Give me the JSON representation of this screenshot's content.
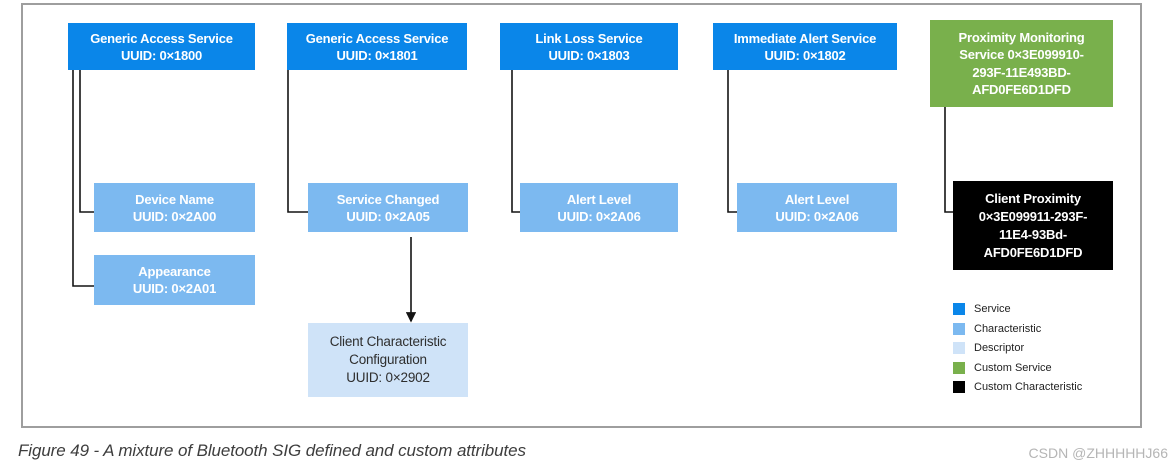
{
  "colors": {
    "service": "#0a86e9",
    "characteristic": "#7cb9f0",
    "descriptor": "#cfe3f8",
    "custom_service": "#79b04c",
    "custom_characteristic": "#000000",
    "connector": "#141414"
  },
  "boxes": {
    "gas1800": {
      "kind": "service",
      "lines": [
        "Generic Access Service",
        "UUID: 0×1800"
      ]
    },
    "gas1801": {
      "kind": "service",
      "lines": [
        "Generic Access Service",
        "UUID: 0×1801"
      ]
    },
    "linkloss": {
      "kind": "service",
      "lines": [
        "Link Loss Service",
        "UUID: 0×1803"
      ]
    },
    "immalert": {
      "kind": "service",
      "lines": [
        "Immediate Alert Service",
        "UUID: 0×1802"
      ]
    },
    "proxsvc": {
      "kind": "custom-service",
      "lines": [
        "Proximity Monitoring",
        "Service 0×3E099910-",
        "293F-11E493BD-",
        "AFD0FE6D1DFD"
      ]
    },
    "devname": {
      "kind": "characteristic",
      "lines": [
        "Device Name",
        "UUID: 0×2A00"
      ]
    },
    "svcchg": {
      "kind": "characteristic",
      "lines": [
        "Service Changed",
        "UUID: 0×2A05"
      ]
    },
    "alert1": {
      "kind": "characteristic",
      "lines": [
        "Alert Level",
        "UUID: 0×2A06"
      ]
    },
    "alert2": {
      "kind": "characteristic",
      "lines": [
        "Alert Level",
        "UUID: 0×2A06"
      ]
    },
    "appear": {
      "kind": "characteristic",
      "lines": [
        "Appearance",
        "UUID: 0×2A01"
      ]
    },
    "ccc": {
      "kind": "descriptor",
      "lines": [
        "Client Characteristic",
        "Configuration",
        "UUID: 0×2902"
      ]
    },
    "clientprox": {
      "kind": "custom-characteristic",
      "lines": [
        "Client Proximity",
        "0×3E099911-293F-",
        "11E4-93Bd-",
        "AFD0FE6D1DFD"
      ]
    }
  },
  "legend": {
    "items": [
      {
        "label": "Service",
        "color": "#0a86e9"
      },
      {
        "label": "Characteristic",
        "color": "#7cb9f0"
      },
      {
        "label": "Descriptor",
        "color": "#cfe3f8"
      },
      {
        "label": "Custom Service",
        "color": "#79b04c"
      },
      {
        "label": "Custom Characteristic",
        "color": "#000000"
      }
    ]
  },
  "figure": {
    "caption": "Figure 49 - A mixture of Bluetooth SIG defined and custom attributes",
    "watermark": "CSDN @ZHHHHHJ66"
  }
}
